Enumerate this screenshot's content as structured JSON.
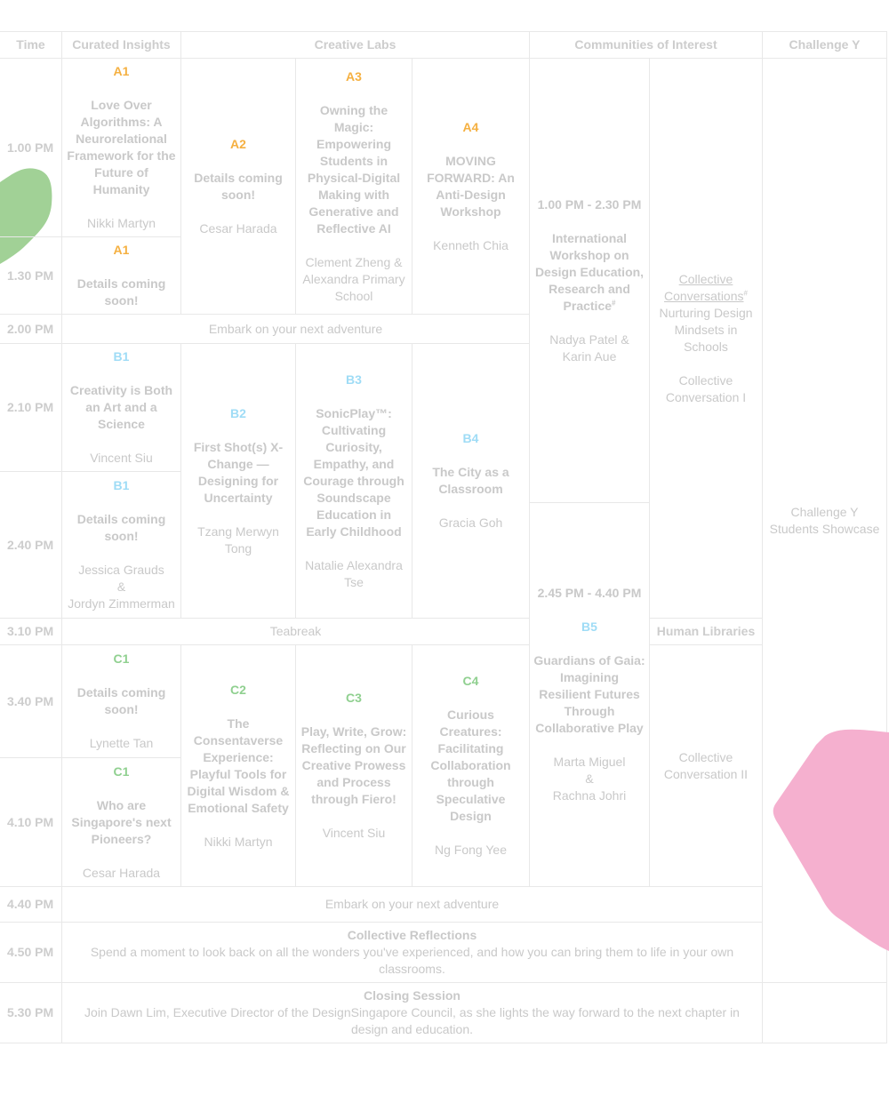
{
  "colors": {
    "orange": "#f5b041",
    "blue": "#9fdcf6",
    "green": "#90d090",
    "pink": "#f5b0cf",
    "text": "#c9c9c9"
  },
  "headers": [
    "Time",
    "Curated Insights",
    "Creative Labs",
    "Communities of Interest",
    "Challenge Y"
  ],
  "times": [
    "1.00 PM",
    "1.30 PM",
    "2.00 PM",
    "2.10 PM",
    "2.40 PM",
    "3.10 PM",
    "3.40 PM",
    "4.10 PM",
    "4.40 PM",
    "4.50 PM",
    "5.30 PM"
  ],
  "a1a": {
    "code": "A1",
    "title": "Love Over Algorithms: A Neurorelational Framework for the Future of Humanity",
    "speaker": "Nikki Martyn"
  },
  "a1b": {
    "code": "A1",
    "title": "Details coming soon!"
  },
  "a2": {
    "code": "A2",
    "title": "Details coming soon!",
    "speaker": "Cesar Harada"
  },
  "a3": {
    "code": "A3",
    "title": "Owning the Magic: Empowering Students in Physical-Digital Making with Generative and Reflective AI",
    "speaker": "Clement Zheng & Alexandra Primary School"
  },
  "a4": {
    "code": "A4",
    "title": "MOVING FORWARD: An Anti-Design Workshop",
    "speaker": "Kenneth Chia"
  },
  "embark": "Embark on your next adventure",
  "b1a": {
    "code": "B1",
    "title": "Creativity is Both an Art and a Science",
    "speaker": "Vincent Siu"
  },
  "b1b": {
    "code": "B1",
    "title": "Details coming soon!",
    "speaker1": "Jessica Grauds",
    "amp": "&",
    "speaker2": "Jordyn Zimmerman"
  },
  "b2": {
    "code": "B2",
    "title": "First Shot(s) X-Change — Designing for Uncertainty",
    "speaker": "Tzang Merwyn Tong"
  },
  "b3": {
    "code": "B3",
    "title": "SonicPlay™: Cultivating Curiosity, Empathy, and Courage through Soundscape Education in Early Childhood",
    "speaker": "Natalie Alexandra Tse"
  },
  "b4": {
    "code": "B4",
    "title": "The City as a Classroom",
    "speaker": "Gracia Goh"
  },
  "teabreak": "Teabreak",
  "c1a": {
    "code": "C1",
    "title": "Details coming soon!",
    "speaker": "Lynette Tan"
  },
  "c1b": {
    "code": "C1",
    "title": "Who are Singapore's next Pioneers?",
    "speaker": "Cesar Harada"
  },
  "c2": {
    "code": "C2",
    "title": "The Consentaverse Experience: Playful Tools for Digital Wisdom & Emotional Safety",
    "speaker": "Nikki Martyn"
  },
  "c3": {
    "code": "C3",
    "title": "Play, Write, Grow: Reflecting on Our Creative Prowess and Process through Fiero!",
    "speaker": "Vincent Siu"
  },
  "c4": {
    "code": "C4",
    "title": "Curious Creatures: Facilitating Collaboration through Speculative Design",
    "speaker": "Ng Fong Yee"
  },
  "intl": {
    "time": "1.00 PM - 2.30 PM",
    "title": "International Workshop on Design Education, Research and Practice",
    "mark": "#",
    "speaker": "Nadya Patel & Karin Aue"
  },
  "b5": {
    "time": "2.45 PM - 4.40 PM",
    "code": "B5",
    "title": "Guardians of Gaia: Imagining Resilient Futures Through Collaborative Play",
    "speaker1": "Marta Miguel",
    "amp": "&",
    "speaker2": "Rachna Johri"
  },
  "cc": {
    "link": "Collective Conversations",
    "mark": "#",
    "desc": "Nurturing Design Mindsets in Schools",
    "sub": "Collective Conversation I"
  },
  "human_libraries": "Human Libraries",
  "cc2": "Collective Conversation II",
  "showcase": "Challenge Y Students Showcase",
  "reflections": {
    "title": "Collective Reflections",
    "text": "Spend a moment to look back on all the wonders you've experienced, and how you can bring them to life in your own classrooms."
  },
  "closing": {
    "title": "Closing Session",
    "text": "Join Dawn Lim, Executive Director of the DesignSingapore Council, as she lights the way forward to the next chapter in design and education."
  }
}
